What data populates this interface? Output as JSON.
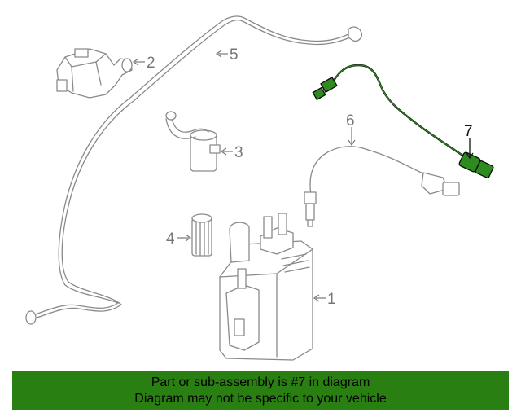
{
  "callouts": {
    "c1": "1",
    "c2": "2",
    "c3": "3",
    "c4": "4",
    "c5": "5",
    "c6": "6",
    "c7": "7"
  },
  "highlight_color": "#2a7f12",
  "banner": {
    "line1": "Part or sub-assembly is #7 in diagram",
    "line2": "Diagram may not be specific to your vehicle"
  }
}
